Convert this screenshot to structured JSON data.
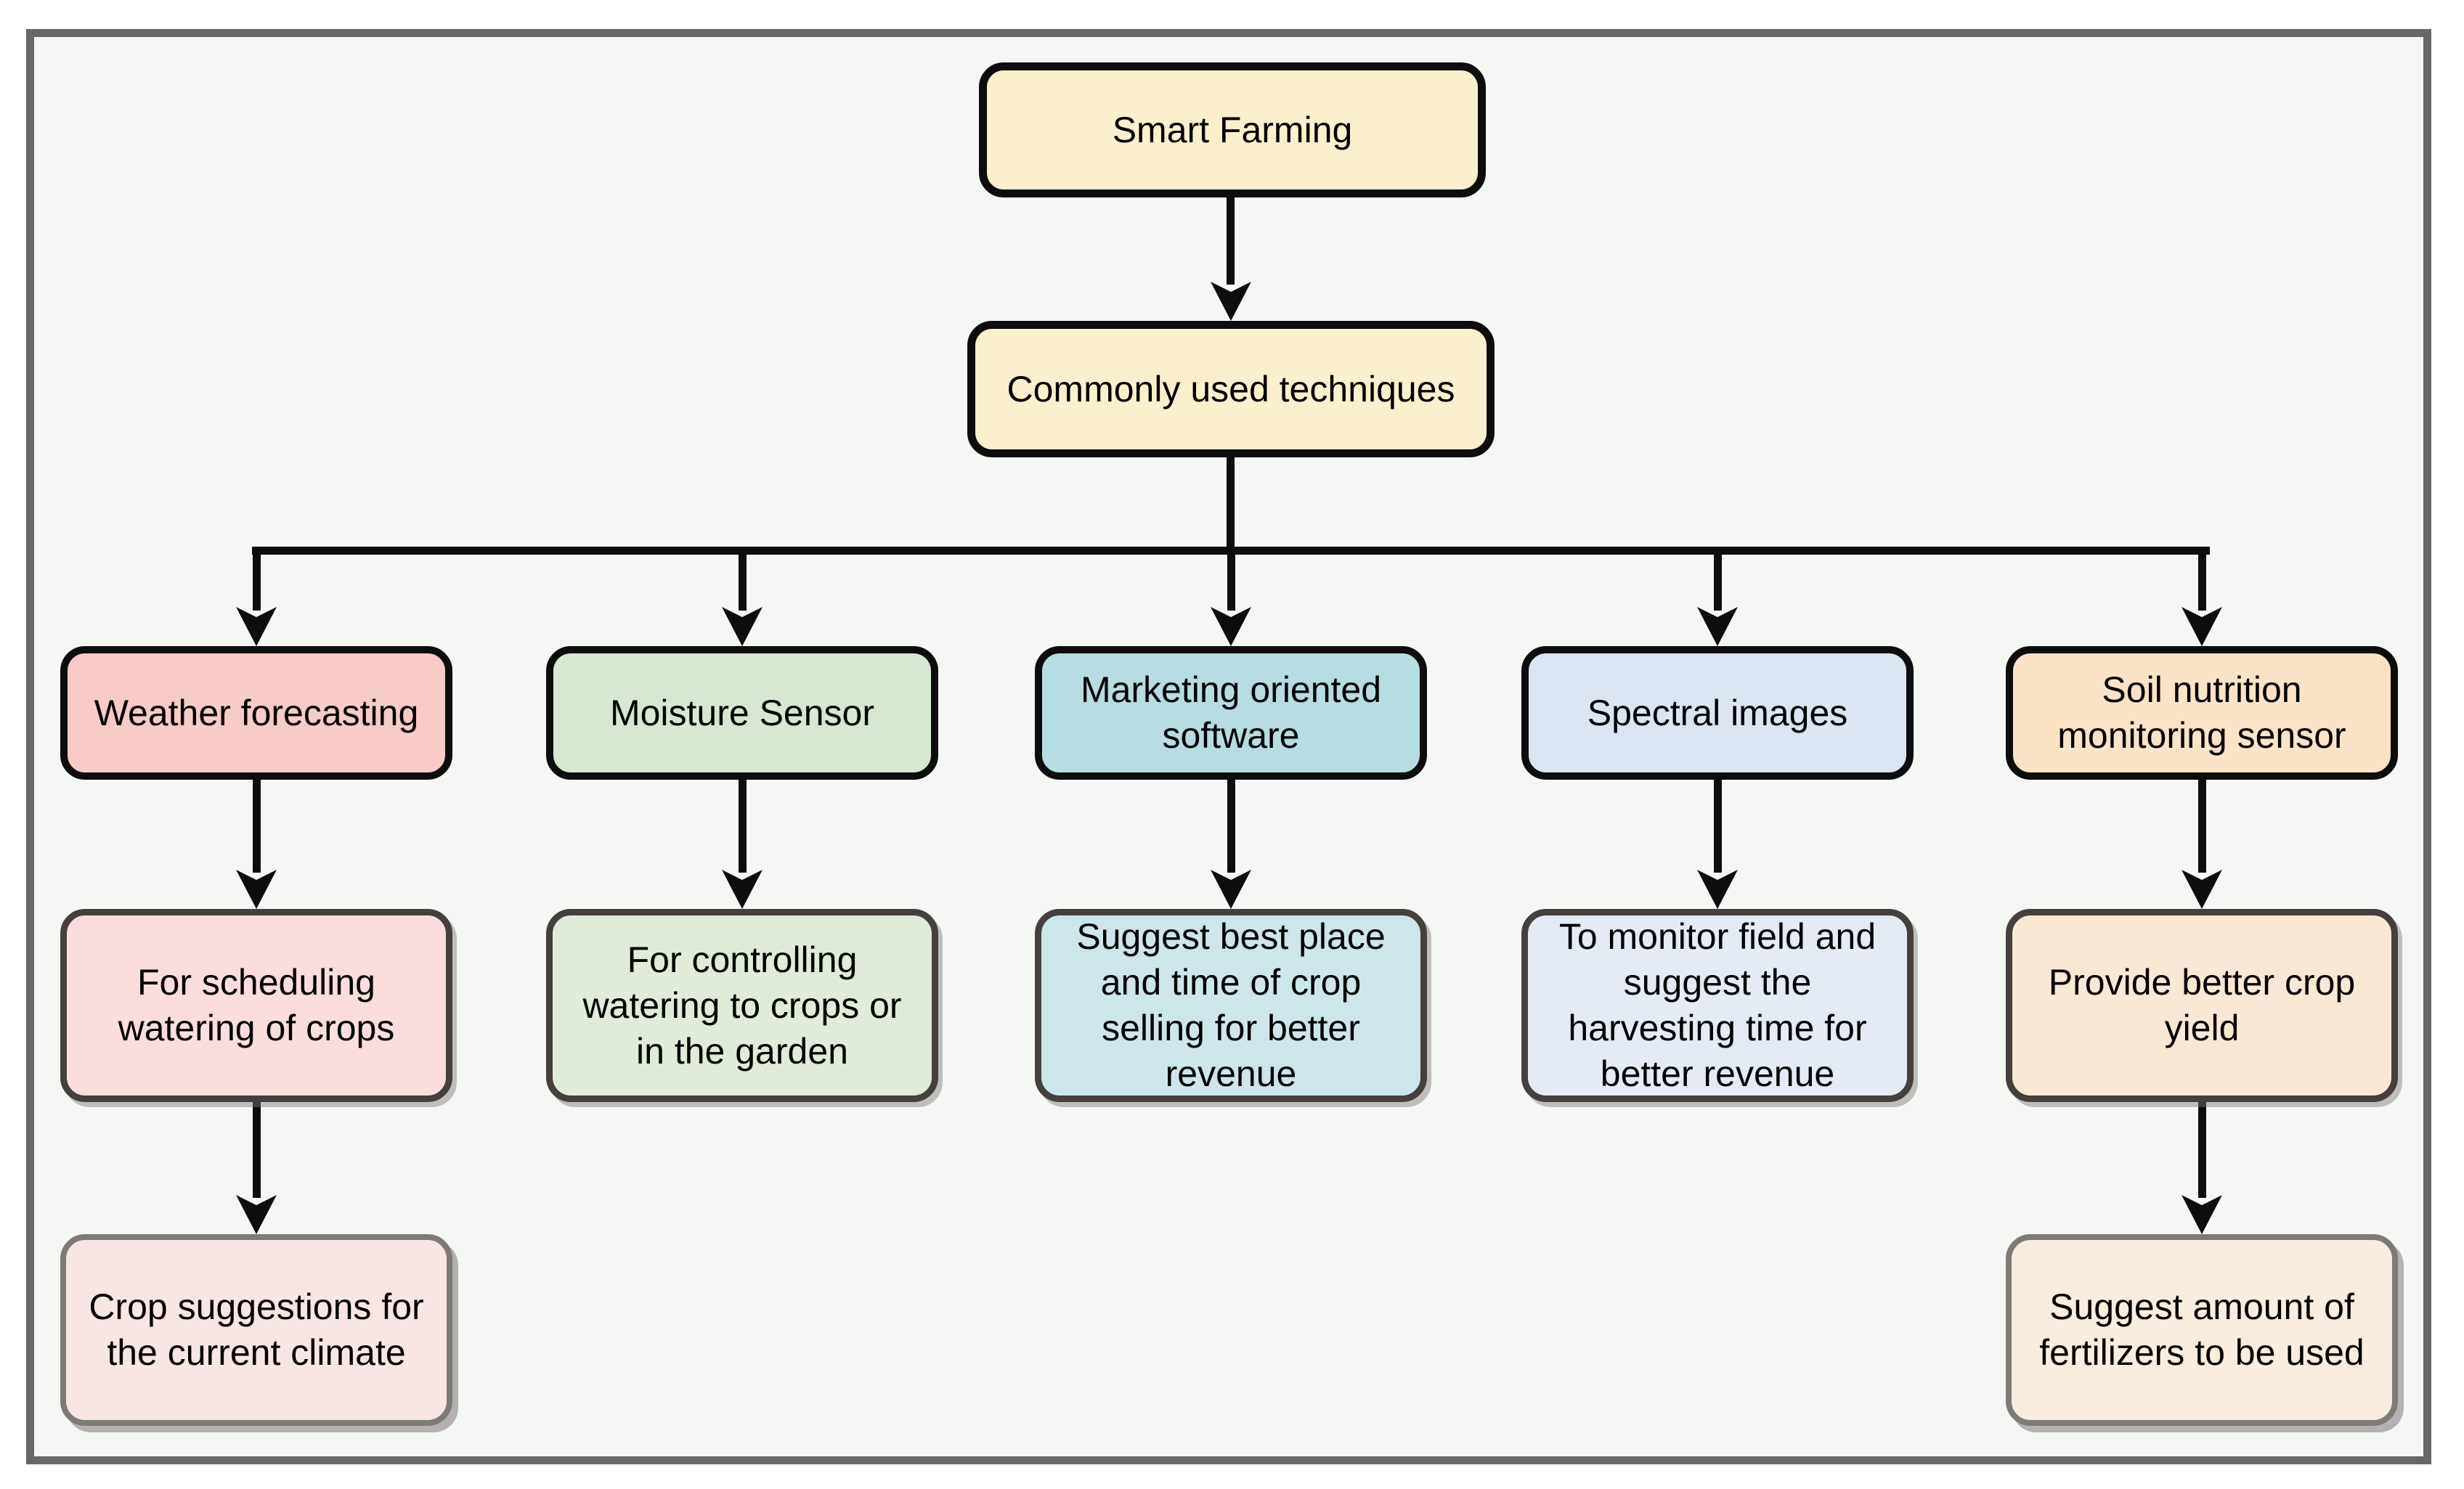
{
  "figure": {
    "title": "Smart Farming techniques flowchart",
    "outer_background": "#ffffff",
    "frame_border_color": "#686868",
    "frame_background": "#f5f7f5"
  },
  "connectors": {
    "color": "#0d0d0d",
    "style": "arrow-down"
  },
  "root": {
    "label": "Smart Farming",
    "fill": "#faf0cb"
  },
  "hub": {
    "label": "Commonly used techniques",
    "fill": "#faf0cb"
  },
  "branches": [
    {
      "name": "weather-forecasting",
      "label": "Weather forecasting",
      "fill": "#f6cbc8",
      "children": [
        {
          "label": "For scheduling watering of crops",
          "fill": "#fadedd"
        },
        {
          "label": "Crop suggestions for the current climate",
          "fill": "#f8e6e4"
        }
      ]
    },
    {
      "name": "moisture-sensor",
      "label": "Moisture Sensor",
      "fill": "#d8e7d2",
      "children": [
        {
          "label": "For controlling watering to crops or in the garden",
          "fill": "#e0ecd9"
        }
      ]
    },
    {
      "name": "marketing-oriented-software",
      "label": "Marketing oriented software",
      "fill": "#b5dde2",
      "children": [
        {
          "label": "Suggest best place and time of crop selling for better revenue",
          "fill": "#cde6ea"
        }
      ]
    },
    {
      "name": "spectral-images",
      "label": "Spectral images",
      "fill": "#dbe5f2",
      "children": [
        {
          "label": "To monitor field and suggest the harvesting time for better revenue",
          "fill": "#e5ebf5"
        }
      ]
    },
    {
      "name": "soil-nutrition-monitoring-sensor",
      "label": "Soil nutrition monitoring sensor",
      "fill": "#fbe3c6",
      "children": [
        {
          "label": "Provide better crop yield",
          "fill": "#f9e8d3"
        },
        {
          "label": "Suggest amount of fertilizers to be used",
          "fill": "#f8eddf"
        }
      ]
    }
  ]
}
